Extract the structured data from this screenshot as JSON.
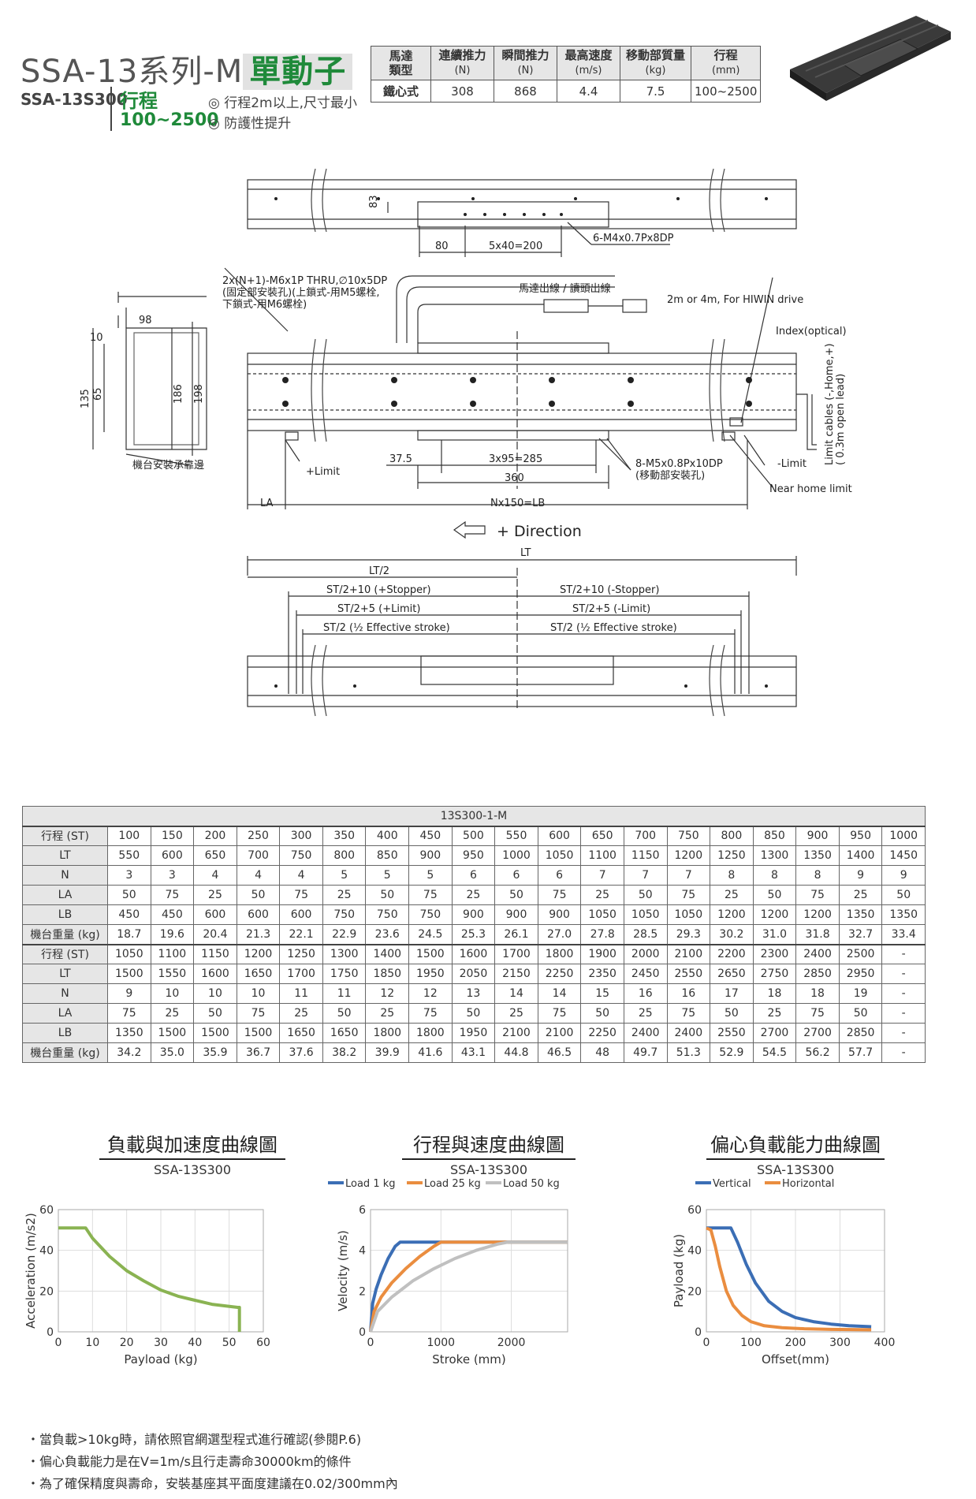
{
  "header": {
    "series": "SSA-13系列-M",
    "series_hl": "單動子",
    "model": "SSA-13S300",
    "stroke_label": "行程",
    "stroke_range": "100~2500",
    "features": [
      "◎ 行程2m以上,尺寸最小",
      "◎ 防護性提升"
    ]
  },
  "spec_table": {
    "headers": [
      {
        "label": "馬達",
        "label2": "類型"
      },
      {
        "label": "連續推力",
        "unit": "(N)"
      },
      {
        "label": "瞬間推力",
        "unit": "(N)"
      },
      {
        "label": "最高速度",
        "unit": "(m/s)"
      },
      {
        "label": "移動部質量",
        "unit": "(kg)"
      },
      {
        "label": "行程",
        "unit": "(mm)"
      }
    ],
    "row": [
      "鐵心式",
      "308",
      "868",
      "4.4",
      "7.5",
      "100~2500"
    ]
  },
  "drawing": {
    "top": {
      "dim_83": "83",
      "dim_80": "80",
      "dim_5x40": "5x40=200",
      "holes": "6-M4x0.7Px8DP"
    },
    "mid": {
      "mount_note1": "2x(N+1)-M6x1P THRU,∅10x5DP",
      "mount_note2": "(固定部安裝孔)(上鎖式-用M5螺栓,",
      "mount_note3": "下鎖式-用M6螺栓)",
      "cable_note": "馬達出線 / 讀頭出線",
      "cable_len": "2m or 4m, For HIWIN drive",
      "index": "Index(optical)",
      "limit_cables1": "Limit cables (-,Home,+)",
      "limit_cables2": "( 0.3m open lead)",
      "d98": "98",
      "d10": "10",
      "d135": "135",
      "d65": "65",
      "d186": "186",
      "d198": "198",
      "base_edge": "機台安裝承靠邊",
      "plus_limit": "+Limit",
      "d37": "37.5",
      "d3x95": "3x95=285",
      "d360": "360",
      "holes2a": "8-M5x0.8Px10DP",
      "holes2b": "(移動部安裝孔)",
      "minus_limit": "-Limit",
      "near_home": "Near home limit",
      "la": "LA",
      "nx150": "Nx150=LB"
    },
    "direction": "+ Direction",
    "bottom": {
      "lt": "LT",
      "lt2": "LT/2",
      "stp_p": "ST/2+10 (+Stopper)",
      "stp_m": "ST/2+10 (-Stopper)",
      "lim_p": "ST/2+5 (+Limit)",
      "lim_m": "ST/2+5 (-Limit)",
      "eff_p": "ST/2 (½ Effective stroke)",
      "eff_m": "ST/2 (½ Effective stroke)"
    }
  },
  "dim_table": {
    "title": "13S300-1-M",
    "bands": [
      {
        "rows": [
          {
            "label": "行程 (ST)",
            "vals": [
              "100",
              "150",
              "200",
              "250",
              "300",
              "350",
              "400",
              "450",
              "500",
              "550",
              "600",
              "650",
              "700",
              "750",
              "800",
              "850",
              "900",
              "950",
              "1000"
            ]
          },
          {
            "label": "LT",
            "vals": [
              "550",
              "600",
              "650",
              "700",
              "750",
              "800",
              "850",
              "900",
              "950",
              "1000",
              "1050",
              "1100",
              "1150",
              "1200",
              "1250",
              "1300",
              "1350",
              "1400",
              "1450"
            ]
          },
          {
            "label": "N",
            "vals": [
              "3",
              "3",
              "4",
              "4",
              "4",
              "5",
              "5",
              "5",
              "6",
              "6",
              "6",
              "7",
              "7",
              "7",
              "8",
              "8",
              "8",
              "9",
              "9"
            ]
          },
          {
            "label": "LA",
            "vals": [
              "50",
              "75",
              "25",
              "50",
              "75",
              "25",
              "50",
              "75",
              "25",
              "50",
              "75",
              "25",
              "50",
              "75",
              "25",
              "50",
              "75",
              "25",
              "50"
            ]
          },
          {
            "label": "LB",
            "vals": [
              "450",
              "450",
              "600",
              "600",
              "600",
              "750",
              "750",
              "750",
              "900",
              "900",
              "900",
              "1050",
              "1050",
              "1050",
              "1200",
              "1200",
              "1200",
              "1350",
              "1350"
            ]
          },
          {
            "label": "機台重量 (kg)",
            "vals": [
              "18.7",
              "19.6",
              "20.4",
              "21.3",
              "22.1",
              "22.9",
              "23.6",
              "24.5",
              "25.3",
              "26.1",
              "27.0",
              "27.8",
              "28.5",
              "29.3",
              "30.2",
              "31.0",
              "31.8",
              "32.7",
              "33.4"
            ]
          }
        ]
      },
      {
        "rows": [
          {
            "label": "行程 (ST)",
            "vals": [
              "1050",
              "1100",
              "1150",
              "1200",
              "1250",
              "1300",
              "1400",
              "1500",
              "1600",
              "1700",
              "1800",
              "1900",
              "2000",
              "2100",
              "2200",
              "2300",
              "2400",
              "2500",
              "-"
            ]
          },
          {
            "label": "LT",
            "vals": [
              "1500",
              "1550",
              "1600",
              "1650",
              "1700",
              "1750",
              "1850",
              "1950",
              "2050",
              "2150",
              "2250",
              "2350",
              "2450",
              "2550",
              "2650",
              "2750",
              "2850",
              "2950",
              "-"
            ]
          },
          {
            "label": "N",
            "vals": [
              "9",
              "10",
              "10",
              "10",
              "11",
              "11",
              "12",
              "12",
              "13",
              "14",
              "14",
              "15",
              "16",
              "16",
              "17",
              "18",
              "18",
              "19",
              "-"
            ]
          },
          {
            "label": "LA",
            "vals": [
              "75",
              "25",
              "50",
              "75",
              "25",
              "50",
              "25",
              "75",
              "50",
              "25",
              "75",
              "50",
              "25",
              "75",
              "50",
              "25",
              "75",
              "50",
              "-"
            ]
          },
          {
            "label": "LB",
            "vals": [
              "1350",
              "1500",
              "1500",
              "1500",
              "1650",
              "1650",
              "1800",
              "1800",
              "1950",
              "2100",
              "2100",
              "2250",
              "2400",
              "2400",
              "2550",
              "2700",
              "2700",
              "2850",
              "-"
            ]
          },
          {
            "label": "機台重量 (kg)",
            "vals": [
              "34.2",
              "35.0",
              "35.9",
              "36.7",
              "37.6",
              "38.2",
              "39.9",
              "41.6",
              "43.1",
              "44.8",
              "46.5",
              "48",
              "49.7",
              "51.3",
              "52.9",
              "54.5",
              "56.2",
              "57.7",
              "-"
            ]
          }
        ]
      }
    ]
  },
  "charts": {
    "accel": {
      "title": "負載與加速度曲線圖",
      "subtitle": "SSA-13S300"
    },
    "velocity": {
      "title": "行程與速度曲線圖",
      "subtitle": "SSA-13S300"
    },
    "offset": {
      "title": "偏心負載能力曲線圖",
      "subtitle": "SSA-13S300"
    }
  },
  "chart_data": [
    {
      "type": "line",
      "xlabel": "Payload (kg)",
      "ylabel": "Acceleration (m/s2)",
      "xlim": [
        0,
        60
      ],
      "ylim": [
        0,
        60
      ],
      "xticks": [
        "0",
        "10",
        "20",
        "30",
        "40",
        "50",
        "60"
      ],
      "yticks": [
        "0",
        "20",
        "40",
        "60"
      ],
      "series": [
        {
          "color": "#8ab352",
          "x": [
            0,
            8,
            10,
            15,
            20,
            25,
            30,
            35,
            40,
            45,
            52.5,
            53,
            53
          ],
          "y": [
            51,
            51,
            46,
            37,
            30,
            25,
            20.5,
            17.5,
            15.5,
            13.5,
            12,
            12,
            0
          ]
        }
      ]
    },
    {
      "type": "line",
      "xlabel": "Stroke (mm)",
      "ylabel": "Velocity (m/s)",
      "xlim": [
        0,
        2800
      ],
      "ylim": [
        0,
        6
      ],
      "xticks": [
        "0",
        "1000",
        "2000"
      ],
      "yticks": [
        "0",
        "2",
        "4",
        "6"
      ],
      "series": [
        {
          "name": "Load 1 kg",
          "color": "#3b6eb5",
          "x": [
            0,
            30,
            80,
            150,
            250,
            350,
            420,
            2800
          ],
          "y": [
            0,
            1.4,
            2.1,
            2.8,
            3.6,
            4.2,
            4.4,
            4.4
          ]
        },
        {
          "name": "Load 25 kg",
          "color": "#ea8d3f",
          "x": [
            0,
            50,
            150,
            300,
            500,
            700,
            900,
            1000,
            2800
          ],
          "y": [
            0,
            1.0,
            1.7,
            2.4,
            3.1,
            3.7,
            4.2,
            4.4,
            4.4
          ]
        },
        {
          "name": "Load 50 kg",
          "color": "#c0c0c0",
          "x": [
            0,
            100,
            300,
            600,
            900,
            1200,
            1500,
            1800,
            1950,
            2800
          ],
          "y": [
            0,
            1.0,
            1.7,
            2.5,
            3.1,
            3.6,
            4.0,
            4.3,
            4.4,
            4.4
          ]
        }
      ]
    },
    {
      "type": "line",
      "xlabel": "Offset(mm)",
      "ylabel": "Payload (kg)",
      "xlim": [
        0,
        400
      ],
      "ylim": [
        0,
        60
      ],
      "xticks": [
        "0",
        "100",
        "200",
        "300",
        "400"
      ],
      "yticks": [
        "0",
        "20",
        "40",
        "60"
      ],
      "series": [
        {
          "name": "Vertical",
          "color": "#3b6eb5",
          "x": [
            0,
            55,
            70,
            90,
            110,
            140,
            170,
            200,
            240,
            280,
            320,
            370
          ],
          "y": [
            51,
            51,
            44,
            33,
            24,
            15,
            10,
            7,
            5,
            3.8,
            3,
            2.5
          ]
        },
        {
          "name": "Horizontal",
          "color": "#ea8d3f",
          "x": [
            0,
            10,
            20,
            30,
            45,
            60,
            80,
            100,
            130,
            170,
            220,
            280,
            370
          ],
          "y": [
            51,
            50,
            42,
            32,
            20,
            13,
            8,
            5,
            3,
            2,
            1.5,
            1.2,
            1
          ]
        }
      ]
    }
  ],
  "notes": [
    "・當負載>10kg時，請依照官網選型程式進行確認(參閱P.6)",
    "・偏心負載能力是在V=1m/s且行走壽命30000km的條件",
    "・為了確保精度與壽命，安裝基座其平面度建議在0.02/300mm內"
  ]
}
